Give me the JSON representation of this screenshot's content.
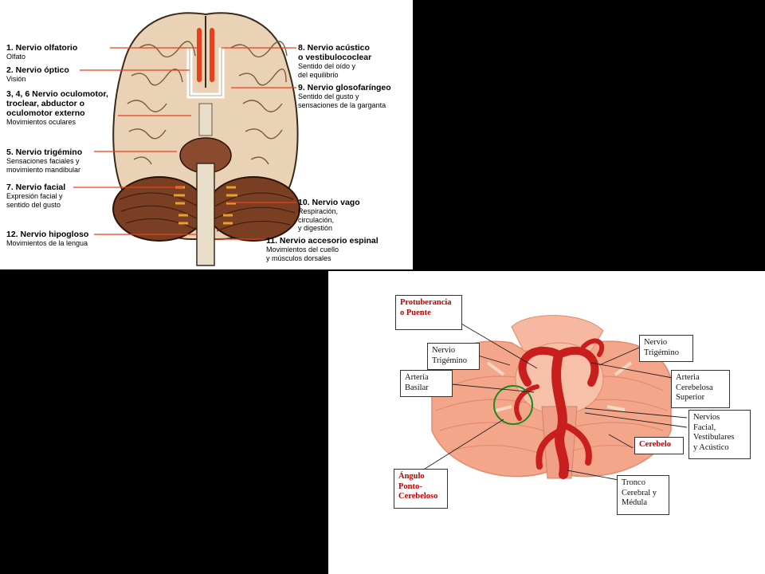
{
  "top": {
    "labels_left": [
      {
        "title": "1. Nervio olfatorio",
        "sub": [
          "Olfato"
        ]
      },
      {
        "title": "2. Nervio óptico",
        "sub": [
          "Visión"
        ]
      },
      {
        "title": [
          "3, 4, 6  Nervio oculomotor,",
          "troclear, abductor o",
          "oculomotor externo"
        ],
        "sub": [
          "Movimientos oculares"
        ]
      },
      {
        "title": "5. Nervio trigémino",
        "sub": [
          "Sensaciones faciales y",
          "movimiento mandibular"
        ]
      },
      {
        "title": "7. Nervio facial",
        "sub": [
          "Expresión facial y",
          "sentido del gusto"
        ]
      },
      {
        "title": "12. Nervio hipogloso",
        "sub": [
          "Movimientos de la lengua"
        ]
      }
    ],
    "labels_right": [
      {
        "title": [
          "8. Nervio acústico",
          "o vestibulococlear"
        ],
        "sub": [
          "Sentido del oído y",
          "del equilibrio"
        ]
      },
      {
        "title": "9. Nervio glosofaríngeo",
        "sub": [
          "Sentido del gusto y",
          "sensaciones de la garganta"
        ]
      },
      {
        "title": "10. Nervio vago",
        "sub": [
          "Respiración,",
          "circulación,",
          "y digestión"
        ]
      },
      {
        "title": "11. Nervio accesorio espinal",
        "sub": [
          "Movimientos del cuello",
          "y músculos dorsales"
        ]
      }
    ]
  },
  "bottom": {
    "boxes": [
      {
        "lines": [
          "Protuberancia",
          "o Puente"
        ],
        "red": true
      },
      {
        "lines": [
          "Nervio",
          "Trigémino"
        ],
        "red": false
      },
      {
        "lines": [
          "Arteria",
          "Basilar"
        ],
        "red": false
      },
      {
        "lines": [
          "Nervio",
          "Trigémino"
        ],
        "red": false
      },
      {
        "lines": [
          "Arteria",
          "Cerebelosa",
          "Superior"
        ],
        "red": false
      },
      {
        "lines": [
          "Nervios",
          "Facial,",
          "Vestibulares",
          "y Acústico"
        ],
        "red": false
      },
      {
        "lines": [
          "Cerebelo"
        ],
        "red": true
      },
      {
        "lines": [
          "Ángulo",
          "Ponto-",
          "Cerebeloso"
        ],
        "red": true
      },
      {
        "lines": [
          "Tronco",
          "Cerebral y",
          "Médula"
        ],
        "red": false
      }
    ]
  },
  "colors": {
    "nerve_red": "#e8401a",
    "brain_tan": "#e9d2b6",
    "cerebellum_brown": "#7a3e22",
    "artery_red": "#c81e1e",
    "brainstem_salmon": "#f0a088"
  }
}
